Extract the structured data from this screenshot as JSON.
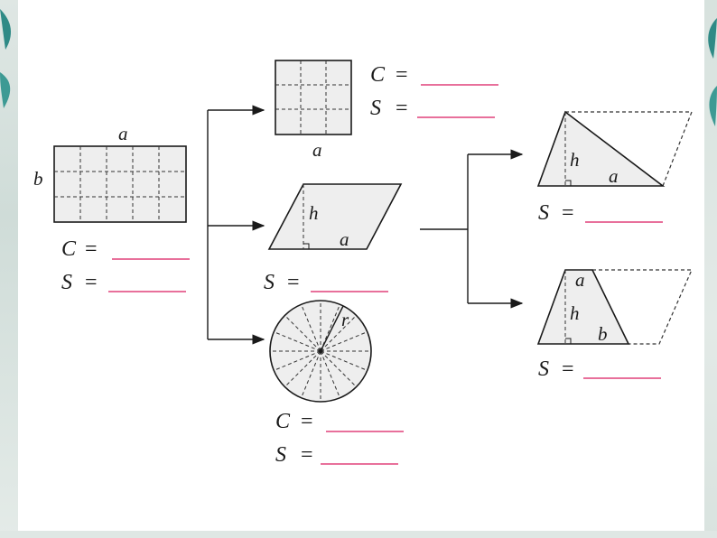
{
  "colors": {
    "blank_line": "#e0407a",
    "shape_fill": "#eeeeee",
    "stroke": "#1a1a1a"
  },
  "rectangle": {
    "label_top": "a",
    "label_left": "b"
  },
  "square": {
    "label_bottom": "a"
  },
  "parallelogram": {
    "label_height": "h",
    "label_base": "a"
  },
  "circle": {
    "label_radius": "r"
  },
  "triangle": {
    "label_height": "h",
    "label_base": "a"
  },
  "trapezoid": {
    "label_top": "a",
    "label_height": "h",
    "label_bottom": "b"
  },
  "formulas": {
    "c_var": "C",
    "s_var": "S",
    "eq": "="
  }
}
